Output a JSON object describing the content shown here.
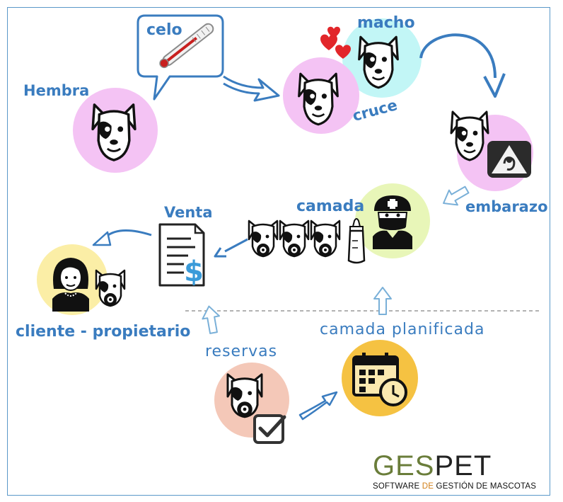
{
  "labels": {
    "hembra": "Hembra",
    "celo": "celo",
    "macho": "macho",
    "cruce": "cruce",
    "embarazo": "embarazo",
    "camada": "camada",
    "venta": "Venta",
    "cliente": "cliente - propietario",
    "reservas": "reservas",
    "camada_planificada": "camada planificada"
  },
  "brand": {
    "name_part1": "GES",
    "name_part2": "PET",
    "tagline_part1": "SOFTWARE",
    "tagline_part2": "DE",
    "tagline_part3": "GESTIÓN DE MASCOTAS"
  },
  "icons": [
    "dog-icon",
    "thermometer-icon",
    "hearts-icon",
    "ultrasound-icon",
    "veterinarian-icon",
    "puppy-icon",
    "baby-bottle-icon",
    "invoice-dollar-icon",
    "woman-icon",
    "calendar-clock-icon",
    "checkbox-icon",
    "arrow-icon"
  ],
  "colors": {
    "label_blue": "#3a7cbf",
    "pink": "#f4c3f4",
    "cyan": "#c2f6f6",
    "green": "#e8f6b8",
    "yellow": "#fbeea6",
    "salmon": "#f4c8b8",
    "orange": "#f5c242",
    "brand_green": "#6a7d3a",
    "brand_orange": "#d2811b"
  }
}
